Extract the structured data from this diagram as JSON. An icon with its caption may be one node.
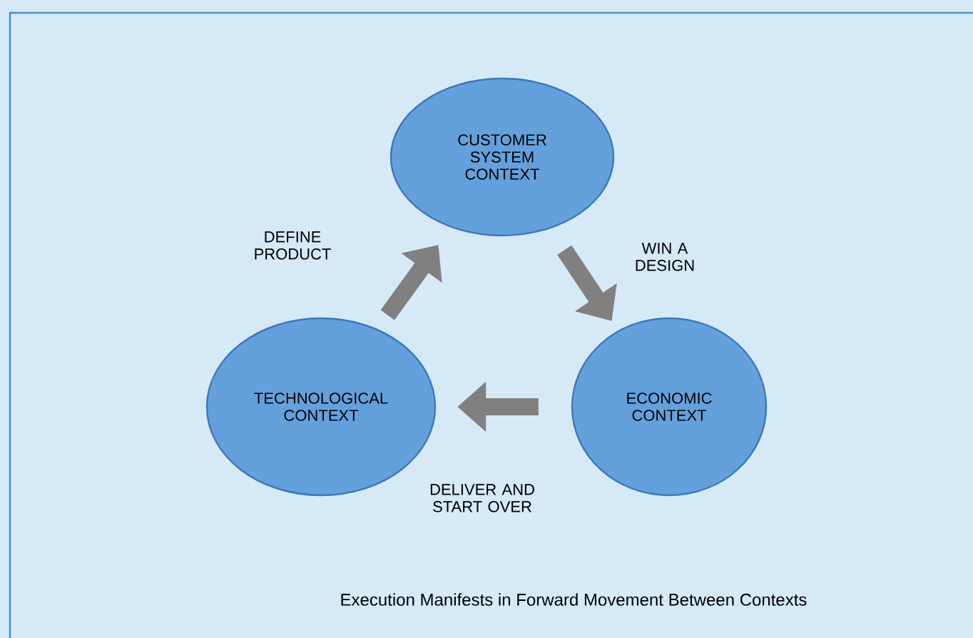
{
  "diagram": {
    "caption": "Execution Manifests in Forward Movement Between Contexts",
    "nodes": [
      {
        "text": [
          "CUSTOMER SYSTEM CONTEXT"
        ]
      },
      {
        "text": [
          "TECHNOLOGICAL CONTEXT"
        ]
      },
      {
        "text": [
          "ECONOMIC CONTEXT"
        ]
      }
    ],
    "edges": [
      {
        "from": 1,
        "to": 0,
        "arrow": "to",
        "label": "DEFINE PRODUCT"
      },
      {
        "from": 0,
        "to": 2,
        "arrow": "to",
        "label": "WIN A DESIGN"
      },
      {
        "from": 2,
        "to": 1,
        "arrow": "to",
        "label": "DELIVER AND START OVER"
      }
    ]
  }
}
